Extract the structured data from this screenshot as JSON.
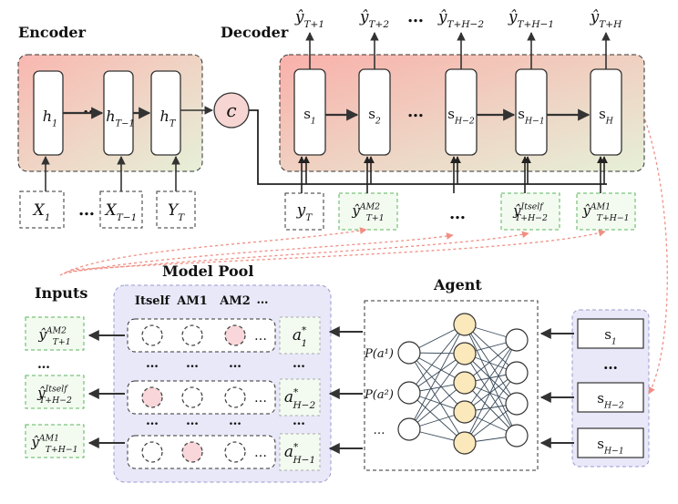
{
  "sections": {
    "encoder": "Encoder",
    "decoder": "Decoder",
    "model_pool": "Model Pool",
    "agent": "Agent",
    "inputs": "Inputs"
  },
  "encoder": {
    "hidden": [
      {
        "base": "h",
        "sub": "1"
      },
      {
        "base": "h",
        "sub": "T−1"
      },
      {
        "base": "h",
        "sub": "T"
      }
    ],
    "inputs": [
      {
        "base": "X",
        "sub": "1"
      },
      {
        "base": "X",
        "sub": "T−1"
      },
      {
        "base": "Y",
        "sub": "T"
      }
    ],
    "ellipsis": "…"
  },
  "context": "c",
  "decoder": {
    "states": [
      {
        "base": "s",
        "sub": "1"
      },
      {
        "base": "s",
        "sub": "2"
      },
      {
        "base": "s",
        "sub": "H−2"
      },
      {
        "base": "s",
        "sub": "H−1"
      },
      {
        "base": "s",
        "sub": "H"
      }
    ],
    "outputs": [
      {
        "base": "ŷ",
        "sub": "T+1"
      },
      {
        "base": "ŷ",
        "sub": "T+2"
      },
      {
        "base": "ŷ",
        "sub": "T+H−2"
      },
      {
        "base": "ŷ",
        "sub": "T+H−1"
      },
      {
        "base": "ŷ",
        "sub": "T+H"
      }
    ],
    "inputs": [
      {
        "base": "y",
        "sub": "T",
        "sup": ""
      },
      {
        "base": "ŷ",
        "sub": "T+1",
        "sup": "AM2"
      },
      {
        "base": "ŷ",
        "sub": "T+H−2",
        "sup": "Itself"
      },
      {
        "base": "ŷ",
        "sub": "T+H−1",
        "sup": "AM1"
      }
    ],
    "ellipsis": "…"
  },
  "model_pool": {
    "columns": [
      "Itself",
      "AM1",
      "AM2"
    ],
    "col_ellipsis": "…",
    "rows": [
      {
        "selected": 2,
        "action": {
          "base": "a",
          "sup": "*",
          "sub": "1"
        }
      },
      {
        "selected": 0,
        "action": {
          "base": "a",
          "sup": "*",
          "sub": "H−2"
        }
      },
      {
        "selected": 1,
        "action": {
          "base": "a",
          "sup": "*",
          "sub": "H−1"
        }
      }
    ],
    "ellipsis": "…"
  },
  "inputs_list": [
    {
      "base": "ŷ",
      "sub": "T+1",
      "sup": "AM2"
    },
    {
      "base": "ŷ",
      "sub": "T+H−2",
      "sup": "Itself"
    },
    {
      "base": "ŷ",
      "sub": "T+H−1",
      "sup": "AM1"
    }
  ],
  "agent": {
    "prob_labels": [
      "P(a¹)",
      "P(a²)",
      "…"
    ]
  },
  "agent_states": [
    {
      "base": "s",
      "sub": "1"
    },
    {
      "base": "s",
      "sub": "H−2"
    },
    {
      "base": "s",
      "sub": "H−1"
    }
  ],
  "colors": {
    "gradient_start": "#f9b7b0",
    "gradient_end": "#e6f0d8",
    "pool_bg": "#e8e8f8",
    "node_fill": "#fbe8bb",
    "selected_fill": "#f9d6d9",
    "dashed_pink": "#f08f84",
    "dashed_green": "#59b65a"
  }
}
